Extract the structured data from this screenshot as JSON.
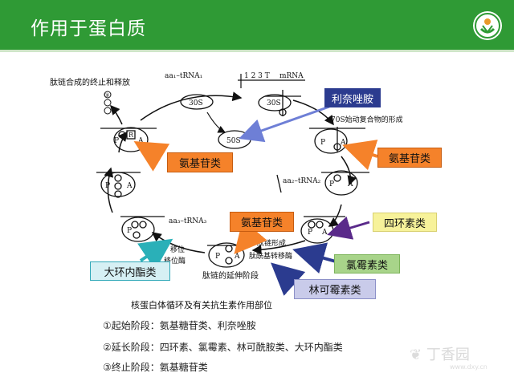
{
  "header": {
    "title": "作用于蛋白质",
    "bg_color": "#2f9a35"
  },
  "diagram": {
    "top_left_label": "肽链合成的终止和释放",
    "trna1_label": "aa₁–tRNA₁",
    "codon_label": "1 2 3 T",
    "mrna_label": "mRNA",
    "subunit_30s_a": "30S",
    "subunit_30s_b": "30S",
    "subunit_50s": "50S",
    "complex_label": "70S始动复合物的形成",
    "trna2_label": "aa₂–tRNA₂",
    "trna3_label": "aa₃–tRNA₃",
    "translocation_a": "移位",
    "translocation_b": "移位酶",
    "peptide_a": "肽链形成",
    "peptide_b": "肽酰基转移酶",
    "elongation_label": "肽链的延伸阶段",
    "caption": "核蛋白体循环及有关抗生素作用部位",
    "site_p": "P",
    "site_a": "A",
    "num_1": "①",
    "num_2": "②",
    "num_3": "③"
  },
  "callouts": {
    "linezolid": "利奈唑胺",
    "aminoglycoside_1": "氨基苷类",
    "aminoglycoside_2": "氨基苷类",
    "aminoglycoside_3": "氨基苷类",
    "tetracycline": "四环素类",
    "chloramphenicol": "氯霉素类",
    "lincomycin": "林可霉素类",
    "macrolide": "大环内酯类"
  },
  "summary": {
    "line1": "①起始阶段：氨基糖苷类、利奈唑胺",
    "line2": "②延长阶段：四环素、氯霉素、林可酰胺类、大环内酯类",
    "line3": "③终止阶段：氨基糖苷类"
  },
  "watermark": {
    "brand": "丁香园",
    "url": "www.dxy.cn"
  }
}
